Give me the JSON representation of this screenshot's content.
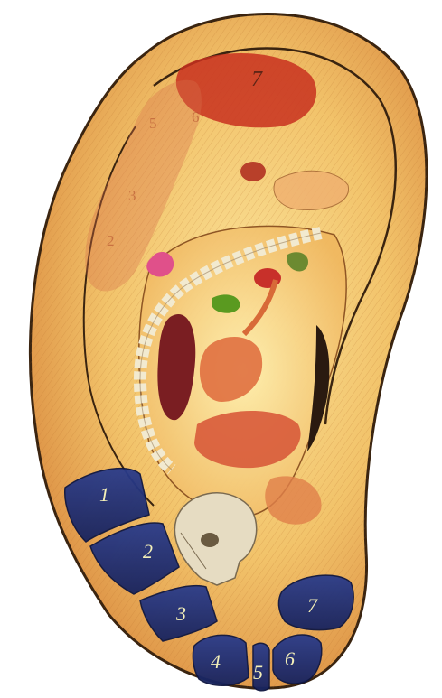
{
  "figure": {
    "colors": {
      "background": "#ffffff",
      "ear_outer": "#e8a052",
      "ear_inner": "#f6d27a",
      "ear_outline": "#3a2410",
      "zone_fill": "#1f2f7a",
      "zone_label": "#f4f0b8",
      "brain_region": "#c8301e",
      "spine": "#f2ead0",
      "kidney": "#7a1e22",
      "intestine": "#e07040",
      "liver": "#d85a3a",
      "lung": "#e8906a",
      "skull": "#e6dcc2",
      "heart": "#e0508a",
      "green_organ": "#5a9a20"
    },
    "top_label": "7",
    "hand_labels": [
      "5",
      "6",
      "3",
      "2"
    ],
    "lower_zones": [
      {
        "id": "1",
        "label": "1"
      },
      {
        "id": "2",
        "label": "2"
      },
      {
        "id": "3",
        "label": "3"
      },
      {
        "id": "4",
        "label": "4"
      },
      {
        "id": "5",
        "label": "5"
      },
      {
        "id": "6",
        "label": "6"
      },
      {
        "id": "7",
        "label": "7"
      }
    ]
  }
}
